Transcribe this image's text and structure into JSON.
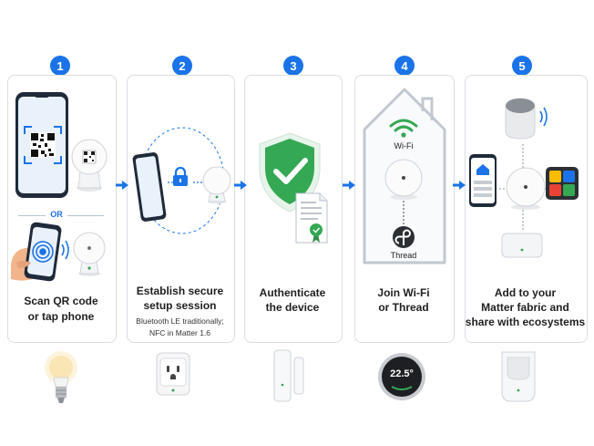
{
  "steps": [
    {
      "number": "1",
      "title_line1": "Scan QR code",
      "title_line2": "or tap phone",
      "divider": "OR"
    },
    {
      "number": "2",
      "title_line1": "Establish secure",
      "title_line2": "setup session",
      "sub_line1": "Bluetooth LE traditionally;",
      "sub_line2": "NFC in Matter 1.6"
    },
    {
      "number": "3",
      "title_line1": "Authenticate",
      "title_line2": "the device"
    },
    {
      "number": "4",
      "title_line1": "Join Wi-Fi",
      "title_line2": "or Thread",
      "wifi_label": "Wi-Fi",
      "thread_label": "Thread"
    },
    {
      "number": "5",
      "title_line1": "Add to your",
      "title_line2": "Matter fabric and",
      "title_line3": "share with ecosystems"
    }
  ],
  "devices": {
    "thermostat_reading": "22.5°"
  },
  "colors": {
    "accent": "#1a73e8",
    "shield": "#34a853",
    "wifi": "#34a853"
  },
  "icons": [
    "phone-icon",
    "qr-code-icon",
    "sensor-puck-icon",
    "nfc-icon",
    "lock-icon",
    "shield-check-icon",
    "certificate-icon",
    "house-icon",
    "wifi-icon",
    "thread-icon",
    "speaker-icon",
    "display-hub-icon",
    "hub-icon",
    "bulb-icon",
    "smart-plug-icon",
    "door-sensor-icon",
    "thermostat-icon",
    "motion-sensor-icon"
  ]
}
